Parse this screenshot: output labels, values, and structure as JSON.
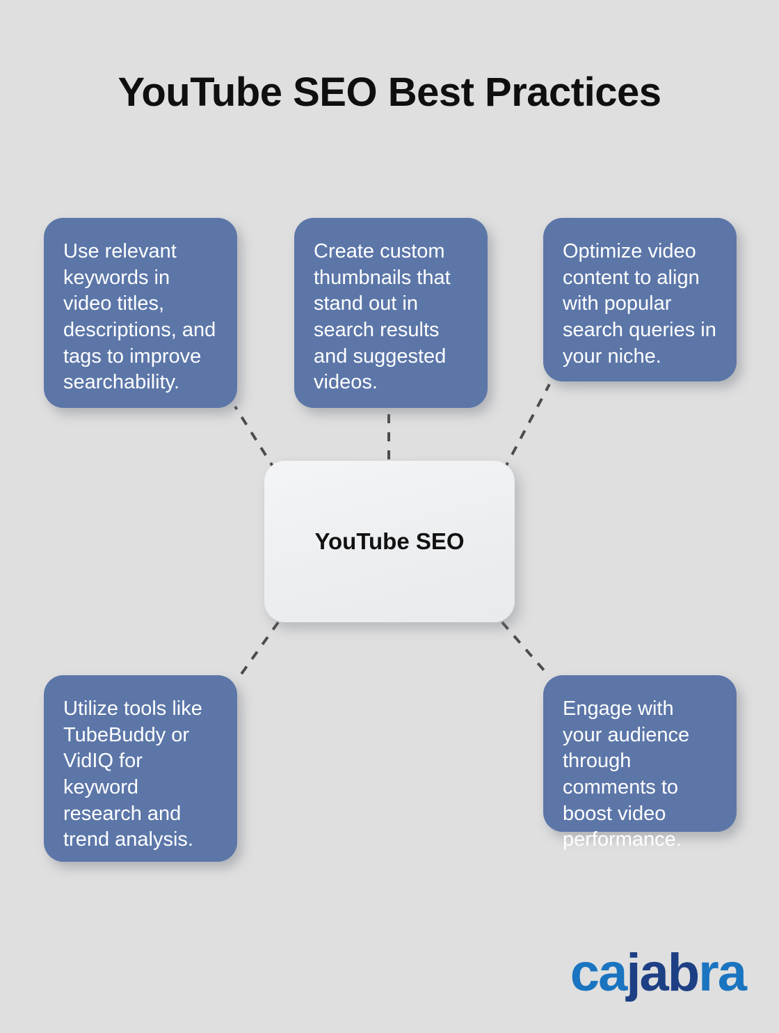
{
  "title": "YouTube SEO Best Practices",
  "background_color": "#dfdfdf",
  "center": {
    "label": "YouTube SEO",
    "fill_color": "#eef0f2",
    "text_color": "#111111"
  },
  "nodes": [
    {
      "id": "keywords",
      "text": "Use relevant keywords in video titles, descriptions, and tags to improve searchability.",
      "position": "top-left"
    },
    {
      "id": "thumbnails",
      "text": "Create custom thumbnails that stand out in search results and suggested videos.",
      "position": "top-center"
    },
    {
      "id": "optimize",
      "text": "Optimize video content to align with popular search queries in your niche.",
      "position": "top-right"
    },
    {
      "id": "tools",
      "text": "Utilize tools like TubeBuddy or VidIQ for keyword research and trend analysis.",
      "position": "bottom-left"
    },
    {
      "id": "engage",
      "text": "Engage with your audience through comments to boost video performance.",
      "position": "bottom-right"
    }
  ],
  "node_style": {
    "fill_color": "#5c76a8",
    "text_color": "#ffffff"
  },
  "connector_style": {
    "color": "#4c4c4c",
    "dash": "dashed"
  },
  "logo": {
    "part1": "ca",
    "part2": "jab",
    "part3": "ra",
    "color_light": "#1a74c0",
    "color_dark": "#1d3f84"
  }
}
